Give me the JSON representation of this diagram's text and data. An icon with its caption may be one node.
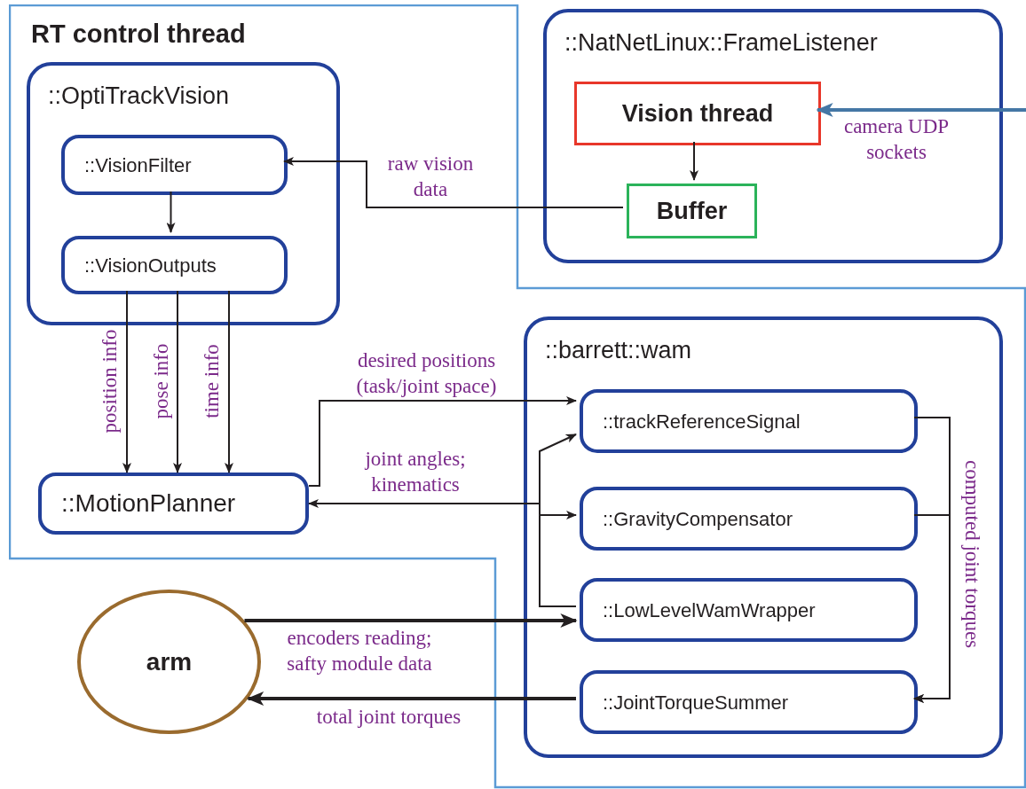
{
  "diagram": {
    "nodes": [
      {
        "text": [
          "RT control thread"
        ]
      },
      {
        "text": [
          "::OptiTrackVision"
        ],
        "in": 0
      },
      {
        "text": [
          "::VisionFilter"
        ],
        "in": 1
      },
      {
        "text": [
          "::VisionOutputs"
        ],
        "in": 1
      },
      {
        "text": [
          "::MotionPlanner"
        ],
        "in": 0
      },
      {
        "text": [
          "::NatNetLinux::FrameListener"
        ]
      },
      {
        "text": [
          "Vision thread"
        ],
        "in": 5
      },
      {
        "text": [
          "Buffer"
        ],
        "in": 5
      },
      {
        "text": [
          "::barrett::wam"
        ],
        "in": 0
      },
      {
        "text": [
          "::trackReferenceSignal"
        ],
        "in": 8
      },
      {
        "text": [
          "::GravityCompensator"
        ],
        "in": 8
      },
      {
        "text": [
          "::LowLevelWamWrapper"
        ],
        "in": 8
      },
      {
        "text": [
          "::JointTorqueSummer"
        ],
        "in": 8
      },
      {
        "text": [
          "arm"
        ]
      }
    ],
    "edges": [
      {
        "from": 6,
        "to": 7,
        "arrow": "to"
      },
      {
        "from": 7,
        "to": 2,
        "arrow": "to",
        "label": "raw vision data"
      },
      {
        "from": 2,
        "to": 3,
        "arrow": "to"
      },
      {
        "from": 3,
        "to": 4,
        "arrow": "to",
        "label": "position info"
      },
      {
        "from": 3,
        "to": 4,
        "arrow": "to",
        "label": "pose info"
      },
      {
        "from": 3,
        "to": 4,
        "arrow": "to",
        "label": "time info"
      },
      {
        "from": 4,
        "to": 9,
        "arrow": "to",
        "label": "desired positions (task/joint space)"
      },
      {
        "from": 11,
        "to": 4,
        "arrow": "to",
        "label": "joint angles; kinematics"
      },
      {
        "from": 11,
        "to": 10,
        "arrow": "to"
      },
      {
        "from": 11,
        "to": 9,
        "arrow": "to"
      },
      {
        "from": 13,
        "to": 11,
        "arrow": "to",
        "style": "thick",
        "label": "encoders reading; safty module data"
      },
      {
        "from": 12,
        "to": 13,
        "arrow": "to",
        "style": "thick",
        "label": "total joint torques"
      },
      {
        "from": 9,
        "to": 12,
        "arrow": "to",
        "label": "computed joint torques"
      },
      {
        "from": 10,
        "to": 12,
        "arrow": "to"
      },
      {
        "from": null,
        "to": 6,
        "arrow": "to",
        "style": "thick",
        "color": "#4577a5",
        "label": "camera UDP sockets"
      }
    ]
  }
}
